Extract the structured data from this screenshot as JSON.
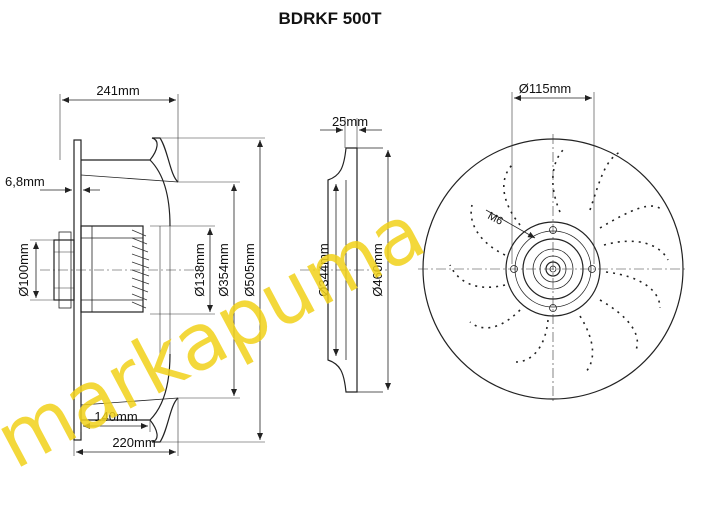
{
  "title": "BDRKF 500T",
  "watermark": "markapuma",
  "colors": {
    "watermark": "#f2d21a",
    "line": "#222222"
  },
  "dimensions": {
    "side_view": {
      "width_top": "241mm",
      "plate_thickness": "6,8mm",
      "hub_diameter": "Ø100mm",
      "inlet_diameter": "Ø138mm",
      "inner_diameter": "Ø354mm",
      "outer_diameter": "Ø505mm",
      "depth_inner": "140mm",
      "depth_outer": "220mm"
    },
    "ring_view": {
      "ring_width": "25mm",
      "ring_inner_diameter": "Ø344mm",
      "ring_outer_diameter": "Ø460mm"
    },
    "front_view": {
      "bolt_circle_diameter": "Ø115mm",
      "thread": "M6"
    }
  }
}
